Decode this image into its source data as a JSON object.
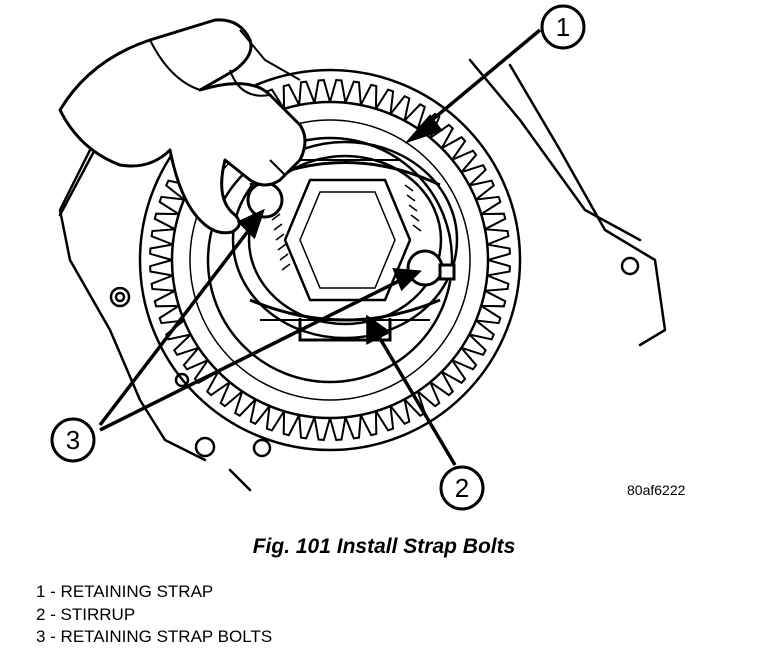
{
  "figure": {
    "drawing_code": "80af6222",
    "caption": "Fig. 101 Install Strap Bolts"
  },
  "callouts": [
    {
      "number": "1"
    },
    {
      "number": "2"
    },
    {
      "number": "3"
    }
  ],
  "legend": [
    "1 - RETAINING STRAP",
    "2 - STIRRUP",
    "3 - RETAINING STRAP BOLTS"
  ]
}
